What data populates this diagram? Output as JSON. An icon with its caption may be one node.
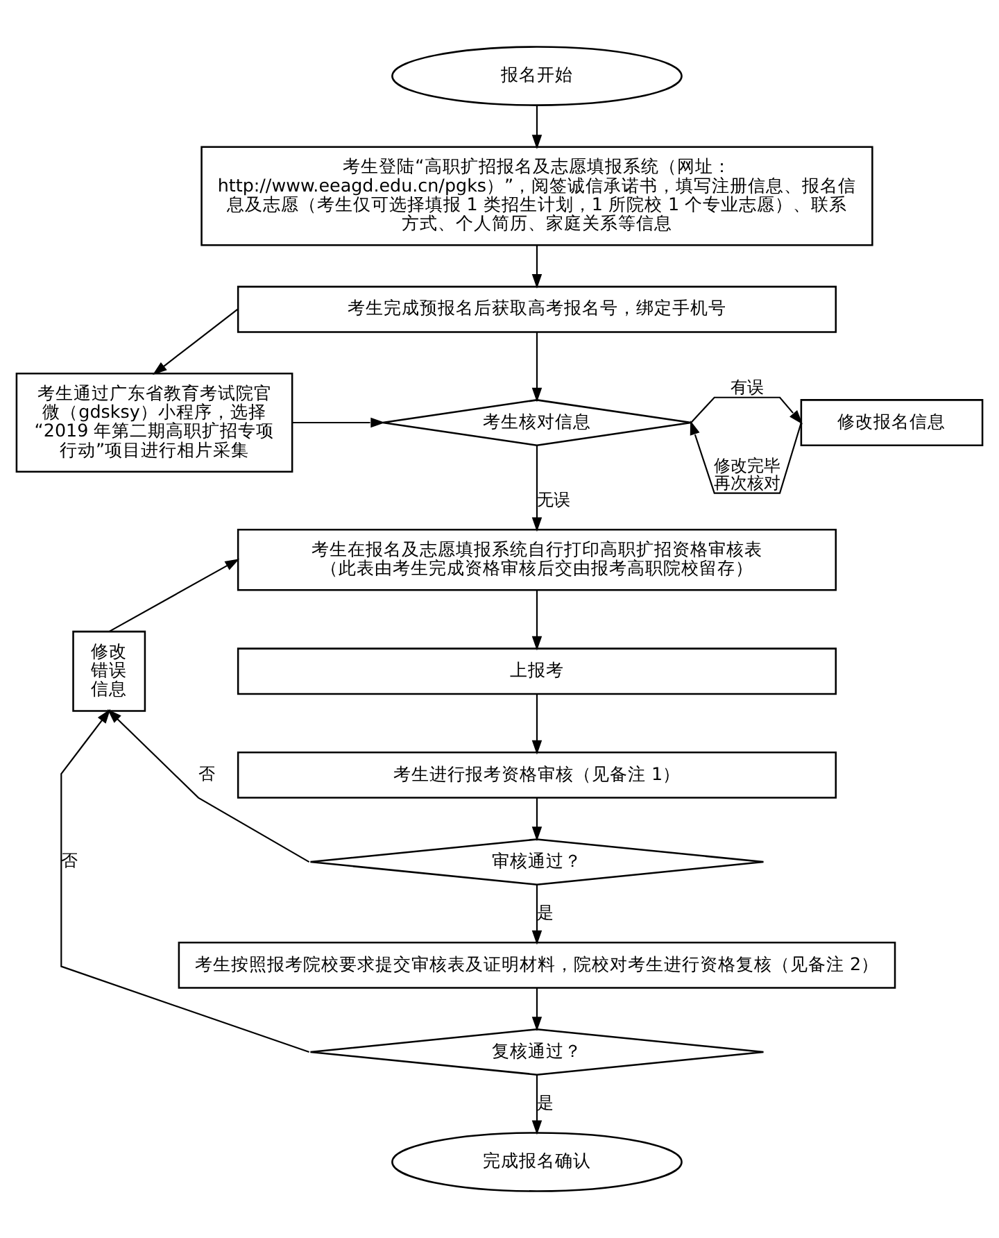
{
  "diagram": {
    "nodes": [
      {
        "text": [
          "报名开始"
        ]
      },
      {
        "text": [
          "考生登陆“高职扩招报名及志愿填报系统（网址：http://www.eeagd.edu.cn/pgks）”，阅签诚信承诺书，填写注册信息、报名信息及志愿（考生仅可选择填报 1 类招生计划，1 所院校 1 个专业志愿）、联系方式、个人简历、家庭关系等信息"
        ]
      },
      {
        "text": [
          "考生完成预报名后获取高考报名号，绑定手机号"
        ]
      },
      {
        "text": [
          "考生通过广东省教育考试院官微（gdsksy）小程序，选择“2019 年第二期高职扩招专项行动”项目进行相片采集"
        ]
      },
      {
        "text": [
          "考生核对信息"
        ]
      },
      {
        "text": [
          "修改报名信息"
        ]
      },
      {
        "text": [
          "考生在报名及志愿填报系统自行打印高职扩招资格审核表",
          "（此表由考生完成资格审核后交由报考高职院校留存）"
        ]
      },
      {
        "text": [
          "上报考"
        ]
      },
      {
        "text": [
          "修改错误信息"
        ]
      },
      {
        "text": [
          "考生进行报考资格审核（见备注 1）"
        ]
      },
      {
        "text": [
          "审核通过？"
        ]
      },
      {
        "text": [
          "考生按照报考院校要求提交审核表及证明材料，院校对考生进行资格复核（见备注 2）"
        ]
      },
      {
        "text": [
          "复核通过？"
        ]
      },
      {
        "text": [
          "完成报名确认"
        ]
      }
    ],
    "edges": [
      {
        "from": 0,
        "to": 1,
        "arrow": "to"
      },
      {
        "from": 1,
        "to": 2,
        "arrow": "to"
      },
      {
        "from": 2,
        "to": 3,
        "arrow": "to"
      },
      {
        "from": 2,
        "to": 4,
        "arrow": "to"
      },
      {
        "from": 3,
        "to": 4,
        "arrow": "to"
      },
      {
        "from": 4,
        "to": 5,
        "arrow": "to",
        "label": "有误"
      },
      {
        "from": 5,
        "to": 4,
        "arrow": "to",
        "label": "修改完毕再次核对"
      },
      {
        "from": 4,
        "to": 6,
        "arrow": "to",
        "label": "无误"
      },
      {
        "from": 8,
        "to": 6,
        "arrow": "to"
      },
      {
        "from": 6,
        "to": 7,
        "arrow": "to"
      },
      {
        "from": 7,
        "to": 9,
        "arrow": "to"
      },
      {
        "from": 9,
        "to": 10,
        "arrow": "to"
      },
      {
        "from": 10,
        "to": 8,
        "arrow": "to",
        "label": "否"
      },
      {
        "from": 10,
        "to": 11,
        "arrow": "to",
        "label": "是"
      },
      {
        "from": 11,
        "to": 12,
        "arrow": "to"
      },
      {
        "from": 12,
        "to": 8,
        "arrow": "to",
        "label": "否"
      },
      {
        "from": 12,
        "to": 13,
        "arrow": "to",
        "label": "是"
      }
    ]
  }
}
